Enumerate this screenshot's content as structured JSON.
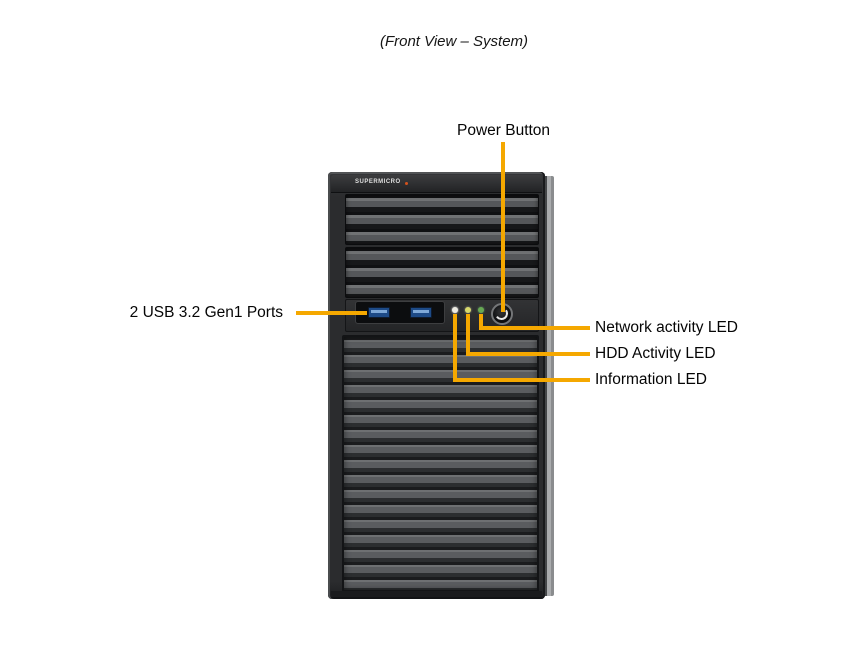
{
  "title": "(Front View – System)",
  "chassis": {
    "brand": "SUPERMICRO"
  },
  "callouts": {
    "power_button": {
      "label": "Power Button"
    },
    "usb_ports": {
      "label": "2 USB 3.2 Gen1 Ports"
    },
    "network_led": {
      "label": "Network activity LED"
    },
    "hdd_led": {
      "label": "HDD Activity LED"
    },
    "information_led": {
      "label": "Information LED"
    }
  },
  "colors": {
    "callout": "#F5A800",
    "led-information": "#EDEBE3",
    "led-hdd": "#D8D96C",
    "led-network": "#67A953"
  }
}
